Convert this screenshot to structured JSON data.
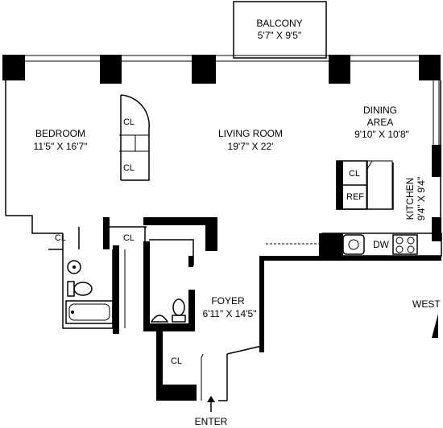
{
  "rooms": {
    "balcony": {
      "name": "BALCONY",
      "dims": "5'7\" X 9'5\""
    },
    "bedroom": {
      "name": "BEDROOM",
      "dims": "11'5\" X 16'7\""
    },
    "living_room": {
      "name": "LIVING ROOM",
      "dims": "19'7\" X 22'"
    },
    "dining_area": {
      "name": "DINING",
      "name2": "AREA",
      "dims": "9'10\" X 10'8\""
    },
    "kitchen": {
      "name": "KITCHEN",
      "dims": "9'4\" X 9'4\""
    },
    "foyer": {
      "name": "FOYER",
      "dims": "6'11\" X 14'5\""
    }
  },
  "labels": {
    "closet": "CL",
    "refrigerator": "REF",
    "dishwasher": "DW",
    "enter": "ENTER",
    "west": "WEST"
  }
}
